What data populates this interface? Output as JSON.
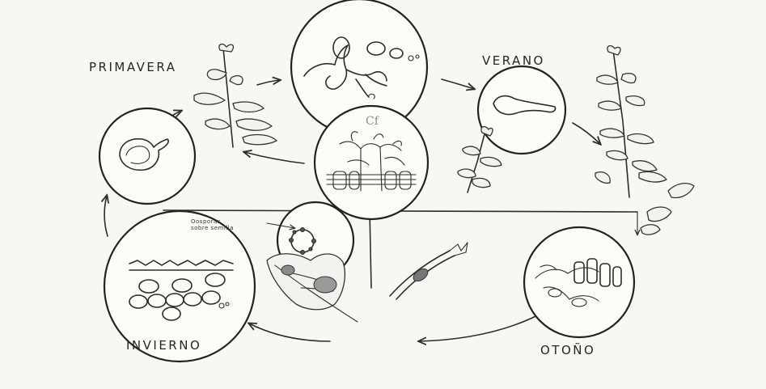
{
  "seasons": {
    "spring": "PRIMAVERA",
    "summer": "VERANO",
    "winter": "INVIERNO",
    "autumn": "OTOÑO"
  },
  "labels": {
    "oospore_line1": "Oosporas",
    "oospore_line2": "sobre semilla",
    "cf": "Cf"
  }
}
